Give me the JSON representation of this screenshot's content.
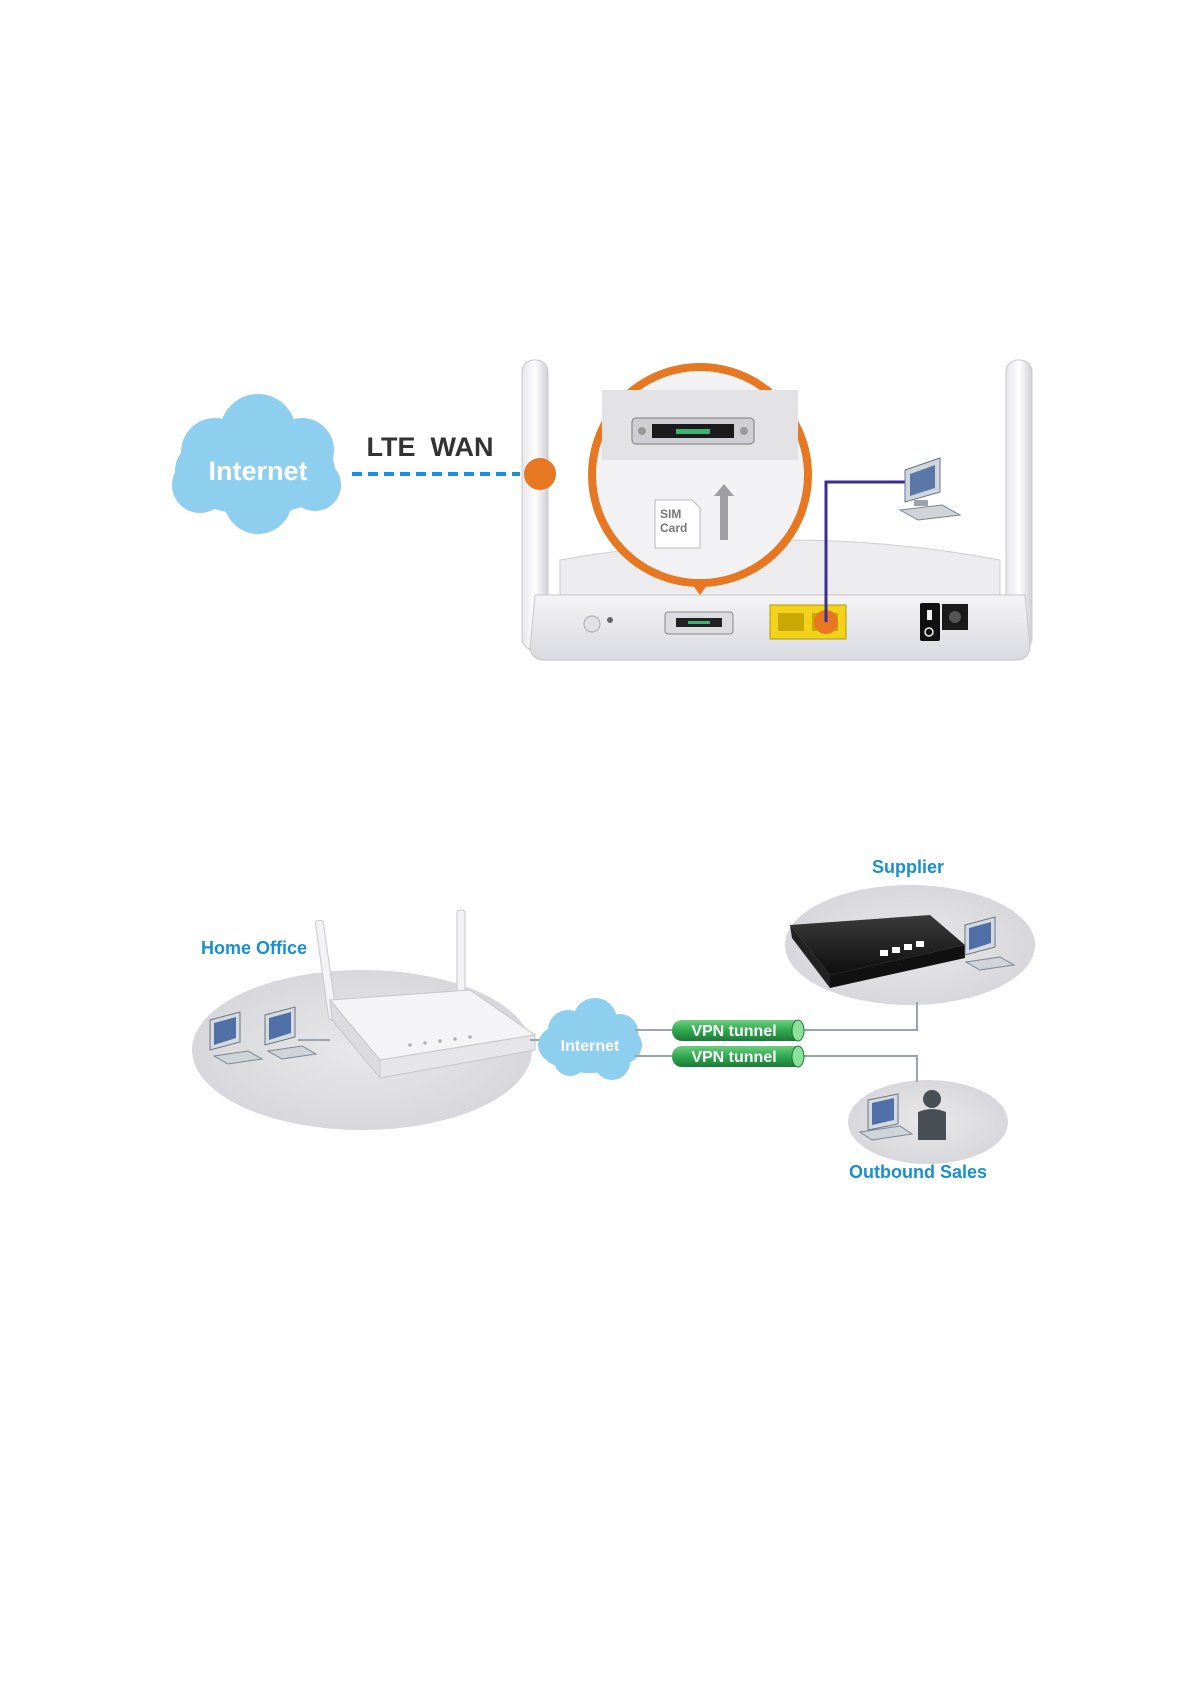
{
  "diagram1": {
    "internet_label": "Internet",
    "link_label": "LTE  WAN",
    "sim_label_line1": "SIM",
    "sim_label_line2": "Card"
  },
  "diagram2": {
    "home_office_label": "Home Office",
    "internet_label": "Internet",
    "supplier_label": "Supplier",
    "outbound_sales_label": "Outbound Sales",
    "vpn_tunnels": [
      {
        "label": "VPN tunnel"
      },
      {
        "label": "VPN tunnel"
      }
    ]
  },
  "colors": {
    "cloud": "#8ecff0",
    "accent_orange": "#e87722",
    "label_blue": "#1a8fd0",
    "dashed_link": "#1b8fd2",
    "vpn_green": "#2fa84f",
    "yellow_port": "#f2d21b",
    "lan_cable": "#3a2f8f"
  }
}
